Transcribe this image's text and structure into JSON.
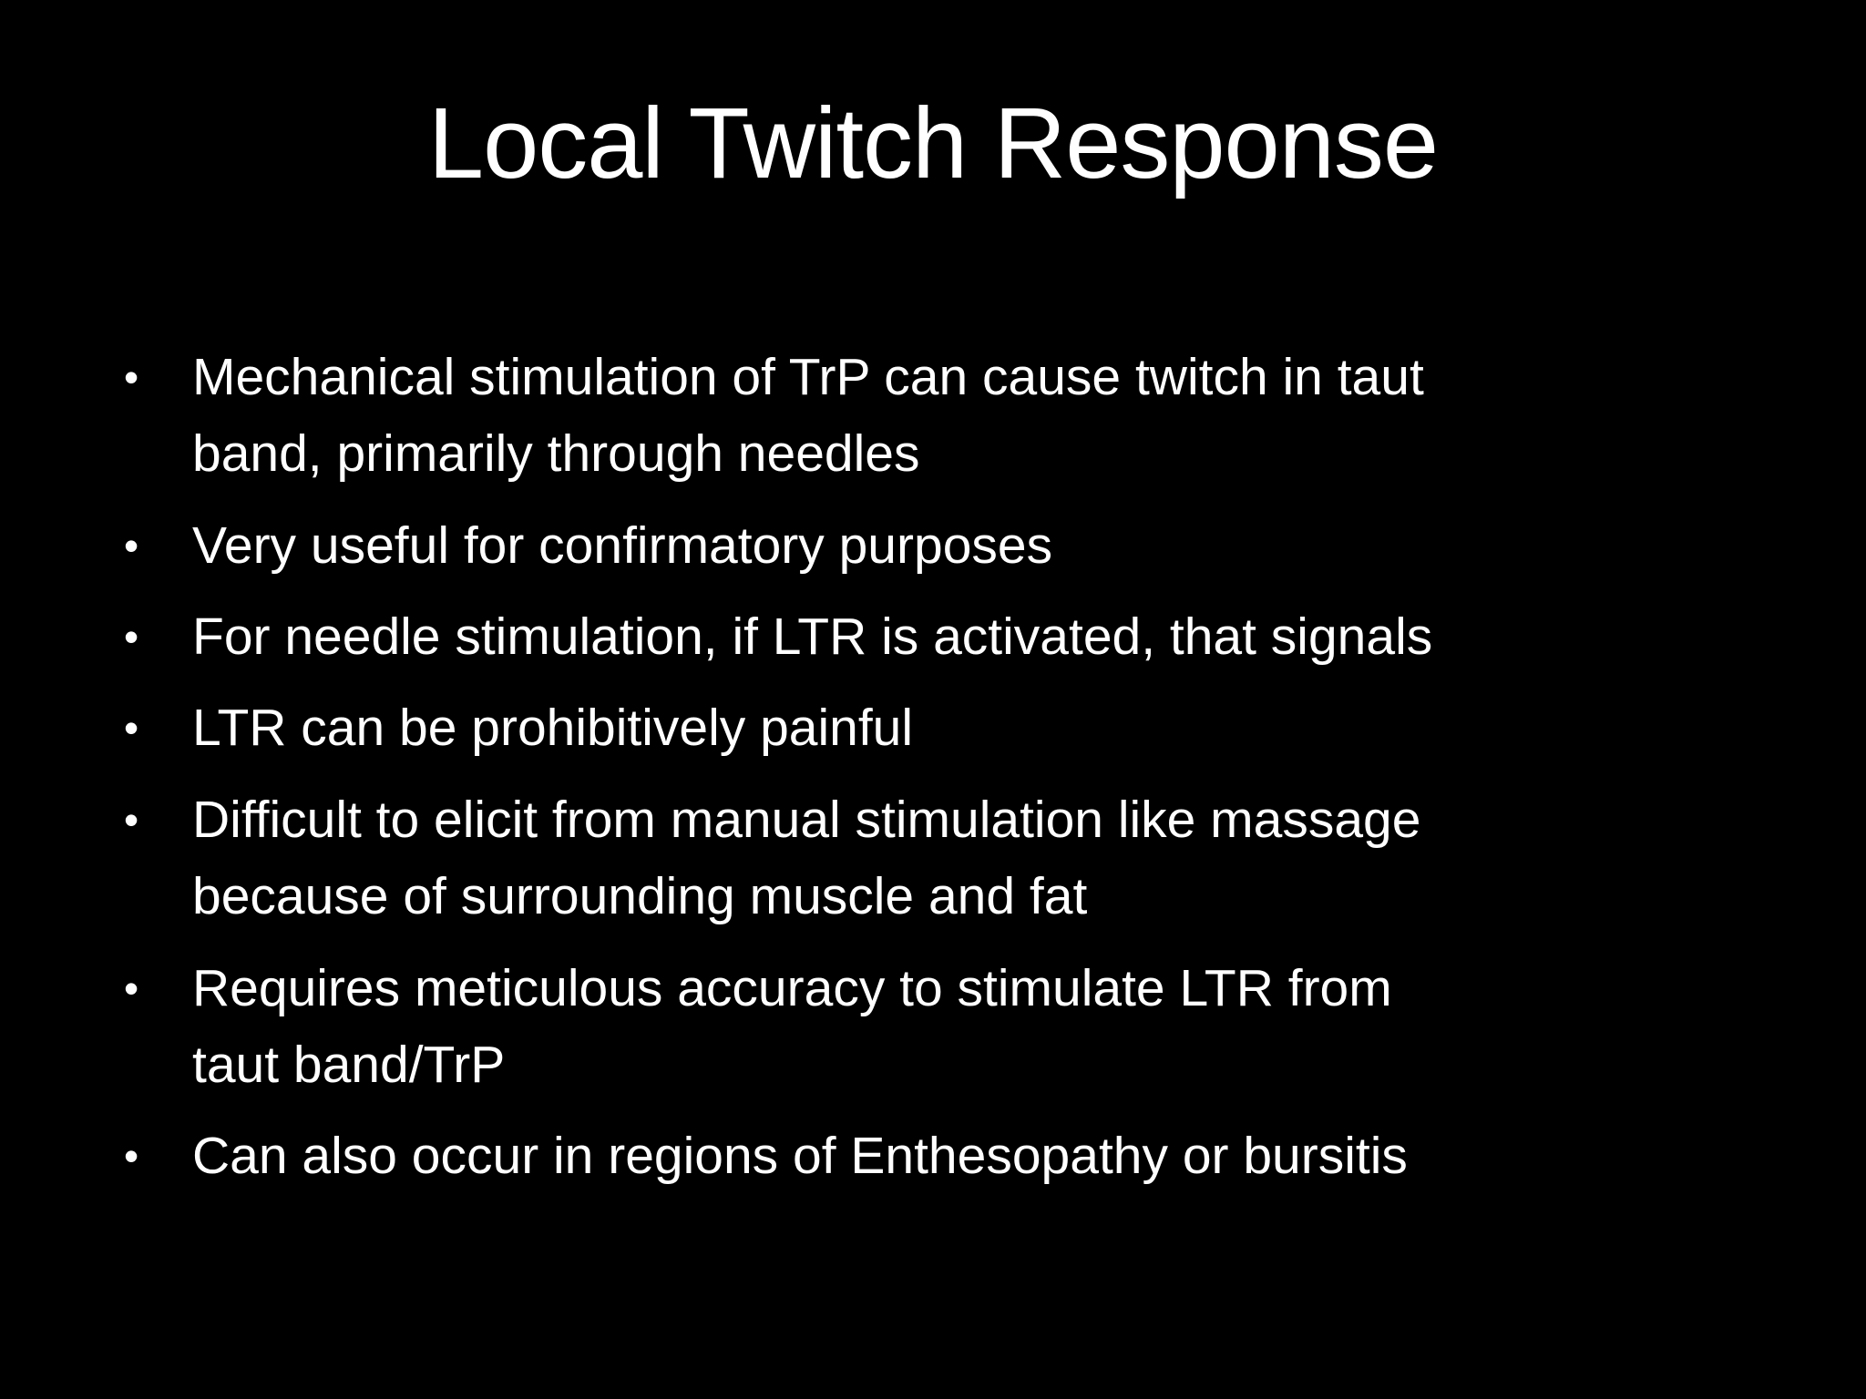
{
  "slide": {
    "title": "Local Twitch Response",
    "bullet_char": "•",
    "colors": {
      "background": "#000000",
      "text": "#ffffff"
    },
    "bullets": [
      {
        "text": "Mechanical stimulation of TrP can cause twitch in taut band, primarily through needles",
        "lines": [
          "Mechanical stimulation of TrP can cause twitch in taut",
          "band, primarily through needles"
        ]
      },
      {
        "text": "Very useful for confirmatory purposes",
        "lines": [
          "Very useful for confirmatory purposes"
        ]
      },
      {
        "text": "For needle stimulation, if LTR is activated, that signals",
        "lines": [
          "For needle stimulation, if LTR is activated, that signals"
        ]
      },
      {
        "text": "LTR can be prohibitively painful",
        "lines": [
          "LTR can be prohibitively painful"
        ]
      },
      {
        "text": "Difficult to elicit from manual stimulation like massage because of surrounding muscle and fat",
        "lines": [
          "Difficult to elicit from manual stimulation like massage",
          "because of surrounding muscle and fat"
        ]
      },
      {
        "text": "Requires meticulous accuracy to stimulate LTR from taut band/TrP",
        "lines": [
          "Requires meticulous accuracy to stimulate LTR from",
          "taut band/TrP"
        ]
      },
      {
        "text": "Can also occur in regions of Enthesopathy or bursitis",
        "lines": [
          "Can also occur in regions of Enthesopathy or bursitis"
        ]
      }
    ]
  }
}
